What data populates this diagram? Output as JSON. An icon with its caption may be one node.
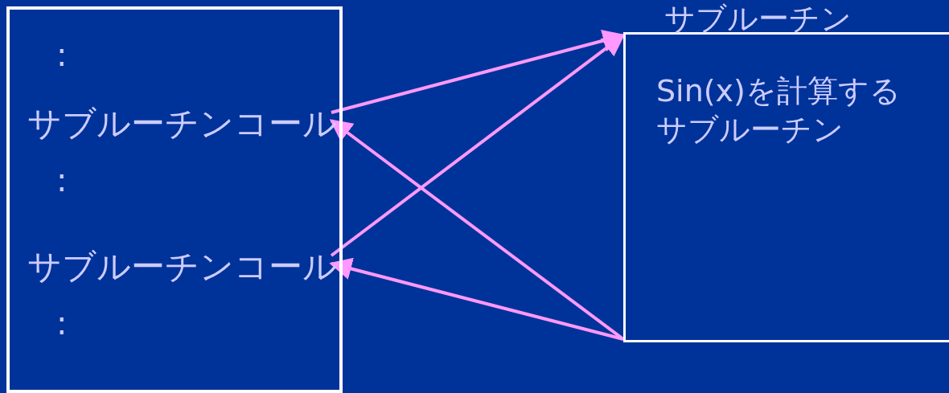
{
  "diagram": {
    "nodes": [
      {
        "text": [
          ":",
          ":",
          ":"
        ]
      },
      {
        "text": [
          "サブルーチンコール"
        ],
        "in": 0
      },
      {
        "text": [
          "サブルーチンコール"
        ],
        "in": 0
      },
      {
        "text": [
          "サブルーチン",
          "Sin(x)を計算するサブルーチン"
        ]
      }
    ],
    "edges": [
      {
        "from": 1,
        "to": 3,
        "arrow": "to"
      },
      {
        "from": 3,
        "to": 1,
        "arrow": "to"
      },
      {
        "from": 2,
        "to": 3,
        "arrow": "to"
      },
      {
        "from": 3,
        "to": 2,
        "arrow": "to"
      }
    ]
  }
}
